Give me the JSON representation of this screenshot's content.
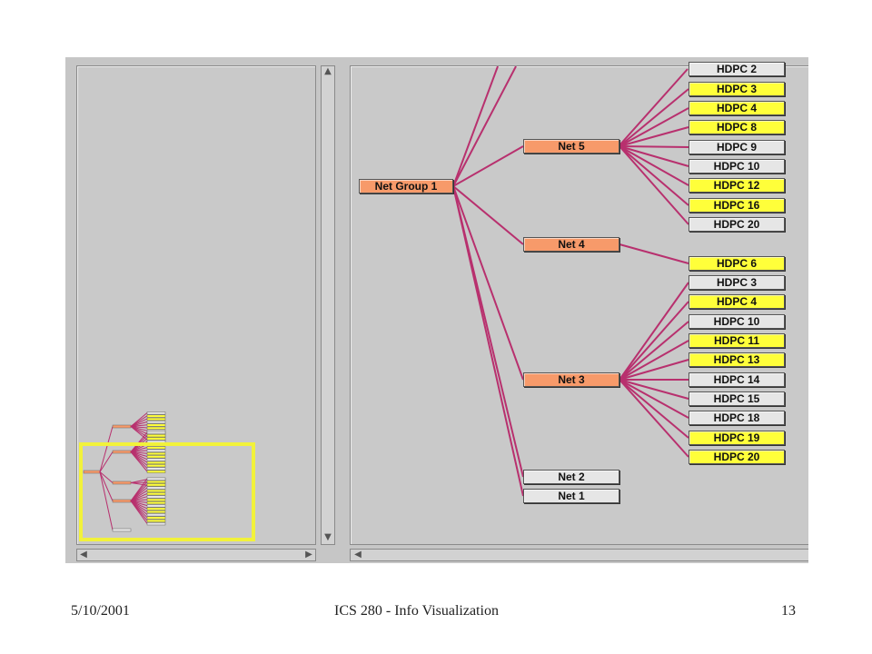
{
  "tree": {
    "root": {
      "label": "Net Group 1",
      "color": "orange"
    },
    "top_partial": {
      "label": "HDPC 2",
      "color": "gray"
    },
    "nets": [
      {
        "label": "Net 5",
        "color": "orange",
        "children": [
          {
            "label": "HDPC 3",
            "color": "yellow"
          },
          {
            "label": "HDPC 4",
            "color": "yellow"
          },
          {
            "label": "HDPC 8",
            "color": "yellow"
          },
          {
            "label": "HDPC 9",
            "color": "gray"
          },
          {
            "label": "HDPC 10",
            "color": "gray"
          },
          {
            "label": "HDPC 12",
            "color": "yellow"
          },
          {
            "label": "HDPC 16",
            "color": "yellow"
          },
          {
            "label": "HDPC 20",
            "color": "gray"
          }
        ]
      },
      {
        "label": "Net 4",
        "color": "orange",
        "children": [
          {
            "label": "HDPC 6",
            "color": "yellow"
          }
        ]
      },
      {
        "label": "Net 3",
        "color": "orange",
        "children": [
          {
            "label": "HDPC 3",
            "color": "gray"
          },
          {
            "label": "HDPC 4",
            "color": "yellow"
          },
          {
            "label": "HDPC 10",
            "color": "gray"
          },
          {
            "label": "HDPC 11",
            "color": "yellow"
          },
          {
            "label": "HDPC 13",
            "color": "yellow"
          },
          {
            "label": "HDPC 14",
            "color": "gray"
          },
          {
            "label": "HDPC 15",
            "color": "gray"
          },
          {
            "label": "HDPC 18",
            "color": "gray"
          },
          {
            "label": "HDPC 19",
            "color": "yellow"
          },
          {
            "label": "HDPC 20",
            "color": "yellow"
          }
        ]
      },
      {
        "label": "Net 2",
        "color": "gray",
        "children": []
      },
      {
        "label": "Net 1",
        "color": "gray",
        "children": []
      }
    ]
  },
  "colors": {
    "orange": "#f79a6a",
    "yellow": "#ffff3a",
    "gray": "#e6e6e6",
    "link": "#b8306e",
    "viewport": "#f2f23a"
  },
  "icons": {
    "scroll_up": "▲",
    "scroll_down": "▼",
    "scroll_left": "◀",
    "scroll_right": "▶"
  },
  "footer": {
    "date": "5/10/2001",
    "title": "ICS 280 - Info Visualization",
    "page": "13"
  }
}
